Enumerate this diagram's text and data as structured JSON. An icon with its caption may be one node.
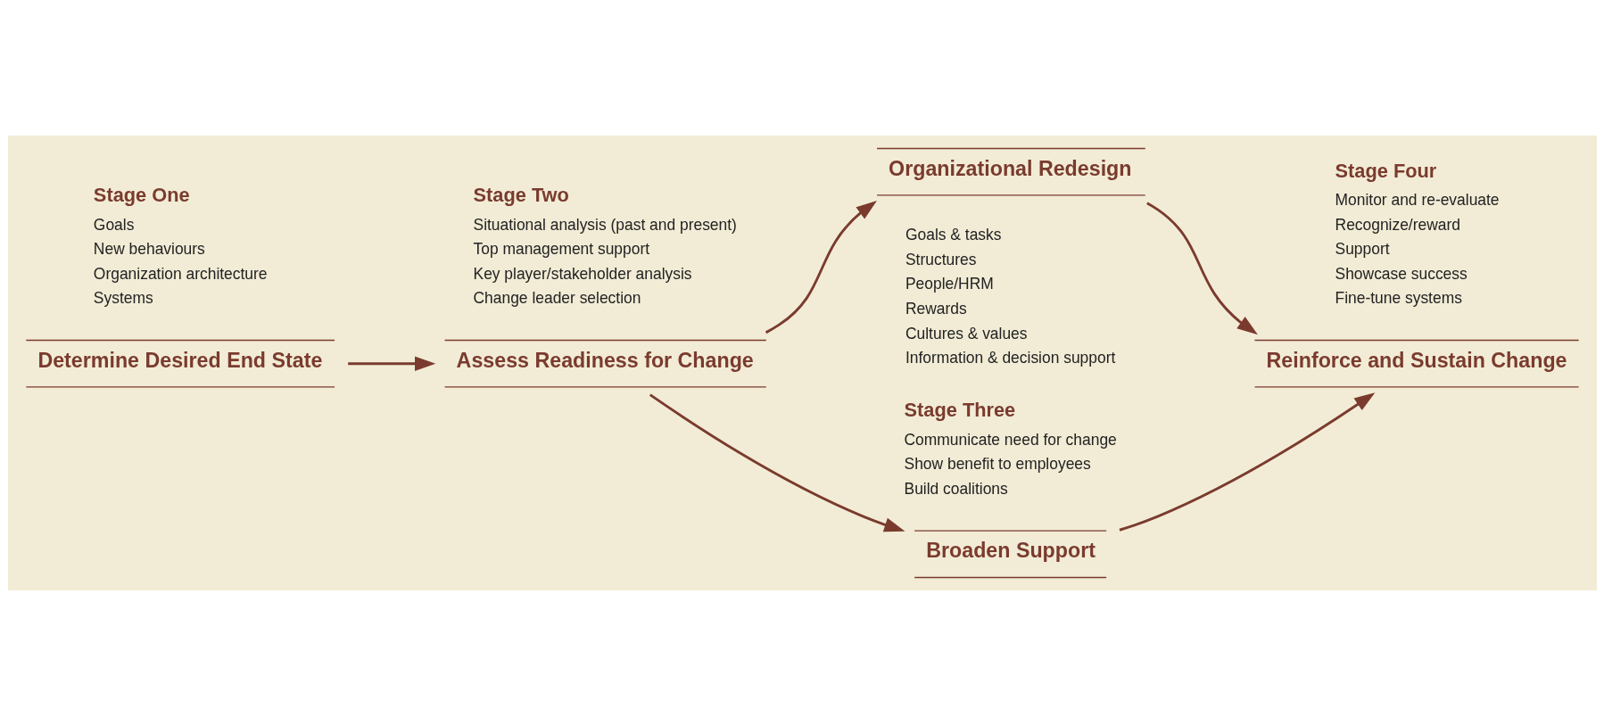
{
  "diagram": {
    "nodes": [
      {
        "text": [
          "Determine Desired End State"
        ],
        "beside": [
          "Stage One",
          "Goals",
          "New behaviours",
          "Organization architecture",
          "Systems"
        ]
      },
      {
        "text": [
          "Assess Readiness for Change"
        ],
        "beside": [
          "Stage Two",
          "Situational analysis (past and present)",
          "Top management support",
          "Key player/stakeholder analysis",
          "Change leader selection"
        ]
      },
      {
        "text": [
          "Broaden Support"
        ],
        "beside": [
          "Stage Three",
          "Communicate need for change",
          "Show benefit to employees",
          "Build coalitions"
        ]
      },
      {
        "text": [
          "Organizational Redesign"
        ],
        "beside": [
          "Goals & tasks",
          "Structures",
          "People/HRM",
          "Rewards",
          "Cultures & values",
          "Information & decision support"
        ]
      },
      {
        "text": [
          "Reinforce and Sustain Change"
        ],
        "beside": [
          "Stage Four",
          "Monitor and re-evaluate",
          "Recognize/reward",
          "Support",
          "Showcase success",
          "Fine-tune systems"
        ]
      }
    ],
    "edges": [
      {
        "from": 0,
        "to": 1,
        "arrow": "to"
      },
      {
        "from": 1,
        "to": 2,
        "arrow": "to"
      },
      {
        "from": 1,
        "to": 3,
        "arrow": "to"
      },
      {
        "from": 2,
        "to": 4,
        "arrow": "to"
      },
      {
        "from": 3,
        "to": 4,
        "arrow": "to"
      }
    ]
  }
}
